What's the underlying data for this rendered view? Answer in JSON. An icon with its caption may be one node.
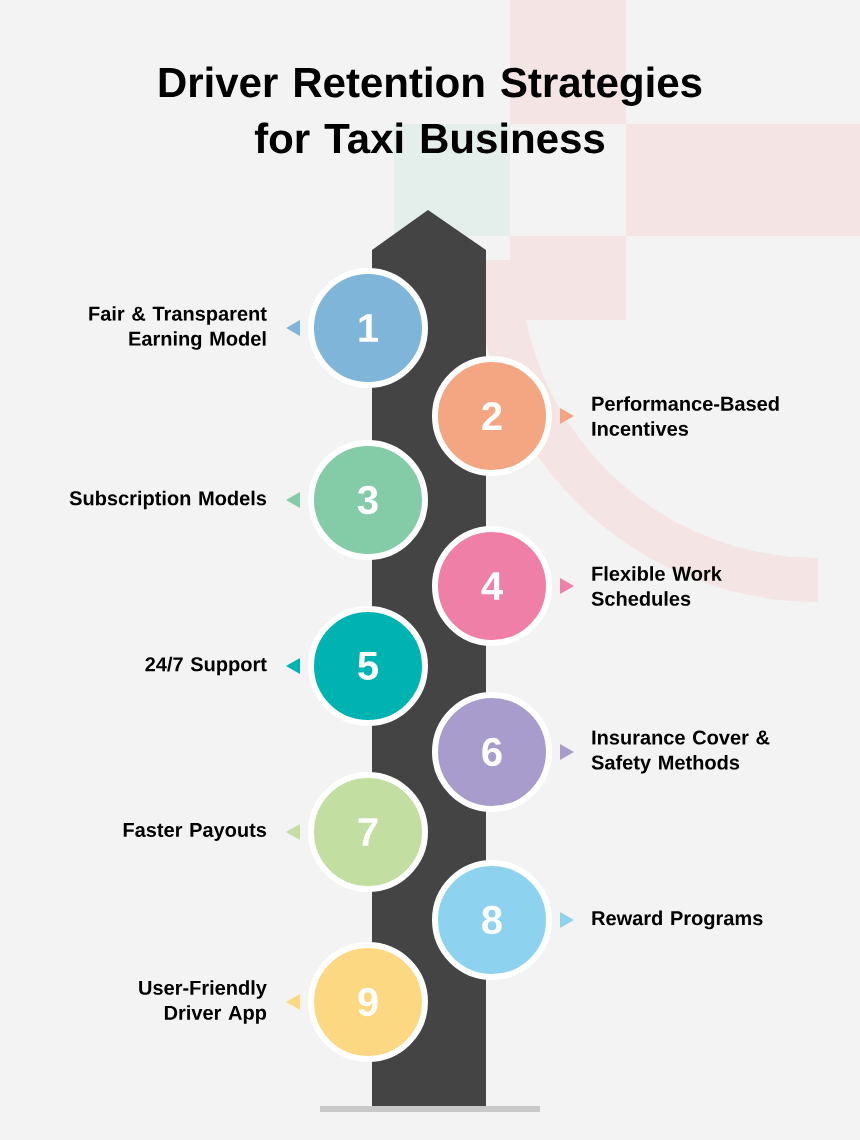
{
  "diagram": {
    "title": "Driver Retention Strategies for Taxi Business",
    "nodes": [
      {
        "text": [
          "1"
        ],
        "beside": [
          "Fair & Transparent Earning Model"
        ]
      },
      {
        "text": [
          "2"
        ],
        "beside": [
          "Performance-Based Incentives"
        ]
      },
      {
        "text": [
          "3"
        ],
        "beside": [
          "Subscription Models"
        ]
      },
      {
        "text": [
          "4"
        ],
        "beside": [
          "Flexible Work Schedules"
        ]
      },
      {
        "text": [
          "5"
        ],
        "beside": [
          "24/7 Support"
        ]
      },
      {
        "text": [
          "6"
        ],
        "beside": [
          "Insurance Cover & Safety Methods"
        ]
      },
      {
        "text": [
          "7"
        ],
        "beside": [
          "Faster Payouts"
        ]
      },
      {
        "text": [
          "8"
        ],
        "beside": [
          "Reward Programs"
        ]
      },
      {
        "text": [
          "9"
        ],
        "beside": [
          "User-Friendly Driver App"
        ]
      }
    ]
  }
}
